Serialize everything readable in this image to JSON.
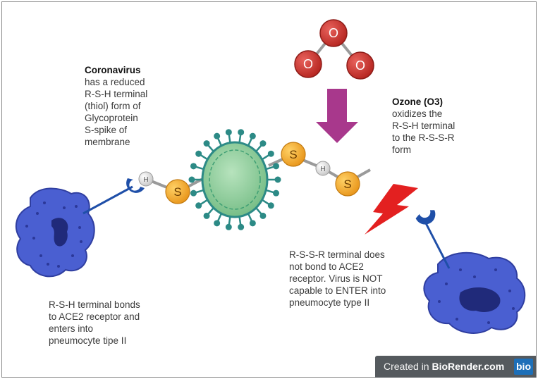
{
  "texts": {
    "coronavirus_title": "Coronavirus",
    "coronavirus_lines": [
      "has a reduced",
      "R-S-H terminal",
      "(thiol) form of",
      "Glycoprotein",
      "S-spike of",
      "membrane"
    ],
    "ozone_title": "Ozone (O3)",
    "ozone_lines": [
      "oxidizes the",
      "R-S-H terminal",
      "to the  R-S-S-R",
      "form"
    ],
    "rssr_lines": [
      "R-S-S-R terminal does",
      "not bond to ACE2",
      "receptor. Virus is NOT",
      "capable to ENTER into",
      "pneumocyte type II"
    ],
    "rsh_lines": [
      "R-S-H terminal bonds",
      "to ACE2 receptor and",
      "enters into",
      "pneumocyte tipe II"
    ]
  },
  "atoms": {
    "oxygen": "O",
    "sulfur": "S",
    "hydrogen": "H"
  },
  "watermark": {
    "prefix": "Created in ",
    "brand": "BioRender.com",
    "logo": "bio"
  },
  "colors": {
    "oxygen": "#c8302c",
    "sulfur": "#f2a827",
    "hydrogen": "#d9d9d9",
    "virus": "#8fcf9a",
    "virus_spike": "#2c8a86",
    "arrow": "#a8388c",
    "lightning": "#e32020",
    "cell": "#4a5fd1",
    "receptor": "#1f4fa8"
  }
}
